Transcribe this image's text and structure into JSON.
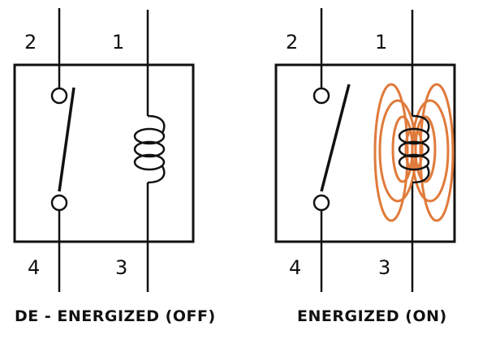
{
  "colors": {
    "line": "#111111",
    "field": "#e07a3a",
    "background": "#ffffff"
  },
  "relays": [
    {
      "caption": "DE - ENERGIZED (OFF)",
      "state": "off",
      "pins": {
        "top_left": "2",
        "top_right": "1",
        "bottom_left": "4",
        "bottom_right": "3"
      }
    },
    {
      "caption": "ENERGIZED (ON)",
      "state": "on",
      "pins": {
        "top_left": "2",
        "top_right": "1",
        "bottom_left": "4",
        "bottom_right": "3"
      }
    }
  ]
}
